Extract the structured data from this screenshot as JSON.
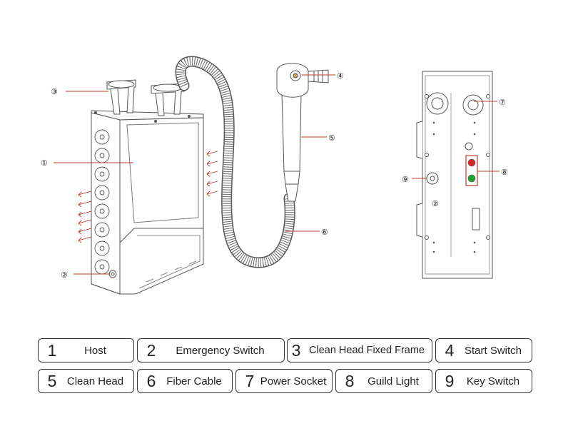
{
  "callouts": {
    "c1": "①",
    "c2": "②",
    "c3": "③",
    "c4": "④",
    "c5": "⑤",
    "c6": "⑥",
    "c7": "⑦",
    "c8": "⑧",
    "c9": "⑨",
    "c2_side": "②"
  },
  "legend": [
    {
      "num": "1",
      "label": "Host"
    },
    {
      "num": "2",
      "label": "Emergency Switch"
    },
    {
      "num": "3",
      "label": "Clean Head Fixed Frame"
    },
    {
      "num": "4",
      "label": "Start Switch"
    },
    {
      "num": "5",
      "label": "Clean Head"
    },
    {
      "num": "6",
      "label": "Fiber Cable"
    },
    {
      "num": "7",
      "label": "Power Socket"
    },
    {
      "num": "8",
      "label": "Guild Light"
    },
    {
      "num": "9",
      "label": "Key Switch"
    }
  ],
  "colors": {
    "leader": "#c0392b",
    "line": "#555555",
    "indicator_red": "#d9252a",
    "indicator_green": "#22a33a",
    "indicator_frame": "#c0392b"
  }
}
